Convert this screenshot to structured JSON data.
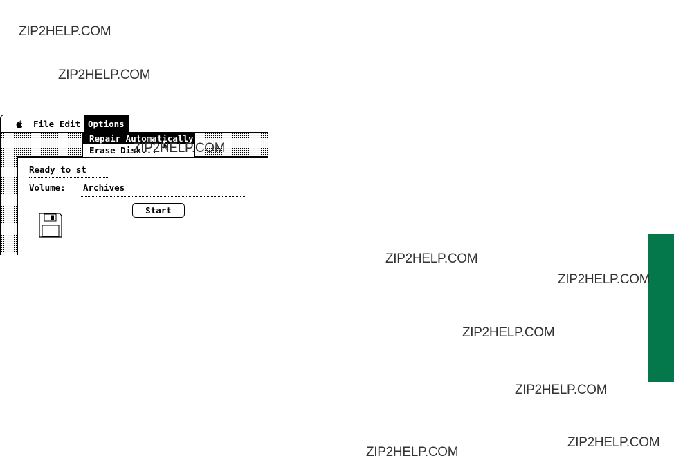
{
  "menubar": {
    "apple_icon": "apple-icon",
    "items": [
      {
        "label": "File"
      },
      {
        "label": "Edit"
      },
      {
        "label": "Options"
      }
    ]
  },
  "options_menu": {
    "items": [
      {
        "label": "Repair Automatically",
        "highlighted": true
      },
      {
        "label": "Erase Disk..."
      }
    ]
  },
  "window": {
    "status": "Ready to st",
    "volume_label": "Volume:",
    "volume_value": "Archives",
    "start_button": "Start",
    "disk_icon": "floppy-disk-icon"
  },
  "cursor_icon": "arrow-cursor-icon",
  "watermarks": [
    "ZIP2HELP.COM",
    "ZIP2HELP.COM",
    "ZIP2HELP.COM",
    "ZIP2HELP.COM",
    "ZIP2HELP.COM",
    "ZIP2HELP.COM",
    "ZIP2HELP.COM",
    "ZIP2HELP.COM",
    "ZIP2HELP.COM"
  ],
  "colors": {
    "side_tab": "#04784a",
    "ink": "#000000",
    "paper": "#ffffff"
  }
}
